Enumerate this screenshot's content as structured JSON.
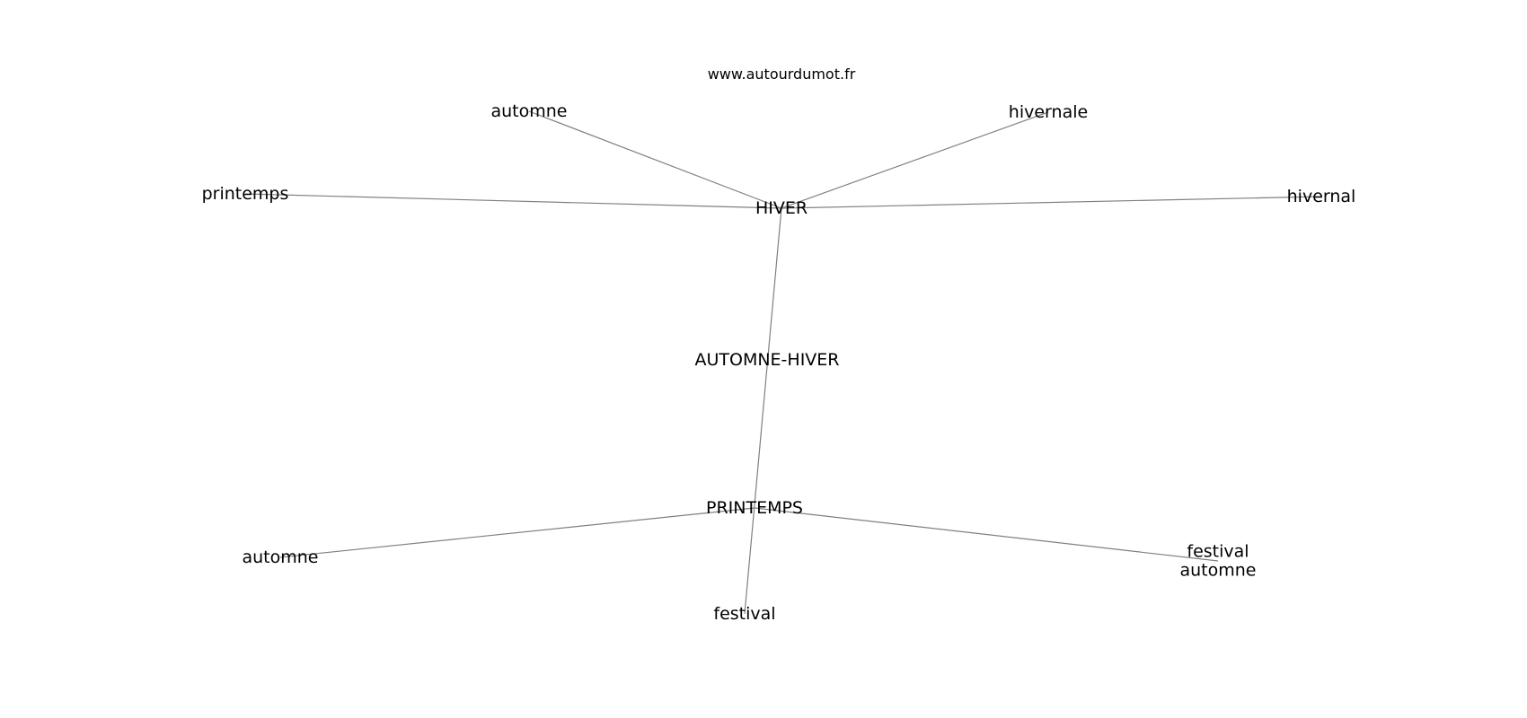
{
  "watermark": "www.autourdumot.fr",
  "colors": {
    "edge": "#808080",
    "text": "#000000",
    "background": "#ffffff"
  },
  "nodes": [
    {
      "id": "hiver",
      "lines": [
        "HIVER"
      ]
    },
    {
      "id": "automne-top",
      "lines": [
        "automne"
      ]
    },
    {
      "id": "hivernale",
      "lines": [
        "hivernale"
      ]
    },
    {
      "id": "printemps-left",
      "lines": [
        "printemps"
      ]
    },
    {
      "id": "hivernal",
      "lines": [
        "hivernal"
      ]
    },
    {
      "id": "automne-hiver",
      "lines": [
        "AUTOMNE-HIVER"
      ]
    },
    {
      "id": "printemps-hub",
      "lines": [
        "PRINTEMPS"
      ]
    },
    {
      "id": "automne-bottom",
      "lines": [
        "automne"
      ]
    },
    {
      "id": "festival",
      "lines": [
        "festival"
      ]
    },
    {
      "id": "festival-automne",
      "lines": [
        "festival",
        "automne"
      ]
    }
  ],
  "edges": [
    {
      "source": "hiver",
      "target": "automne-top"
    },
    {
      "source": "hiver",
      "target": "hivernale"
    },
    {
      "source": "hiver",
      "target": "printemps-left"
    },
    {
      "source": "hiver",
      "target": "hivernal"
    },
    {
      "source": "hiver",
      "target": "festival"
    },
    {
      "source": "printemps-hub",
      "target": "automne-bottom"
    },
    {
      "source": "printemps-hub",
      "target": "festival-automne"
    }
  ]
}
